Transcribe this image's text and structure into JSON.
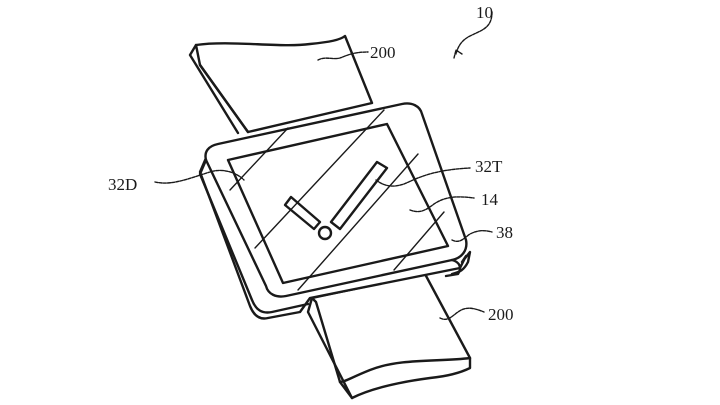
{
  "figure": {
    "title": "Patent drawing of wristwatch device with display and band",
    "line_color": "#1a1a1a",
    "background": "#ffffff"
  },
  "labels": {
    "device": "10",
    "band_top": "200",
    "band_bottom": "200",
    "display_cover": "32D",
    "time_display": "32T",
    "display": "14",
    "housing": "38"
  }
}
